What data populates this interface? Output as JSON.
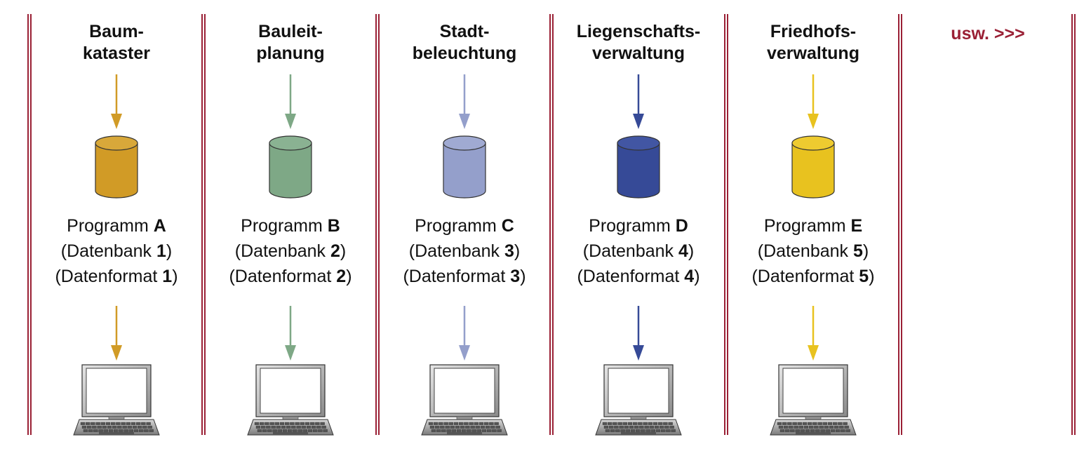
{
  "colors": {
    "divider": "#9a2035",
    "usw": "#9a2035"
  },
  "columns": [
    {
      "title_lines": [
        "Baum-",
        "kataster"
      ],
      "color": "#d19b26",
      "top_color": "#d8a83a",
      "program_prefix": "Programm",
      "program_letter": "A",
      "db_open": "(Datenbank",
      "db_number": "1",
      "db_close": ")",
      "fmt_open": "(Datenformat",
      "fmt_number": "1",
      "fmt_close": ")"
    },
    {
      "title_lines": [
        "Bauleit-",
        "planung"
      ],
      "color": "#7ea886",
      "top_color": "#8ab292",
      "program_prefix": "Programm",
      "program_letter": "B",
      "db_open": "(Datenbank",
      "db_number": "2",
      "db_close": ")",
      "fmt_open": "(Datenformat",
      "fmt_number": "2",
      "fmt_close": ")"
    },
    {
      "title_lines": [
        "Stadt-",
        "beleuchtung"
      ],
      "color": "#949fcb",
      "top_color": "#a0aad2",
      "program_prefix": "Programm",
      "program_letter": "C",
      "db_open": "(Datenbank",
      "db_number": "3",
      "db_close": ")",
      "fmt_open": "(Datenformat",
      "fmt_number": "3",
      "fmt_close": ")"
    },
    {
      "title_lines": [
        "Liegenschafts-",
        "verwaltung"
      ],
      "color": "#364a97",
      "top_color": "#4256a3",
      "program_prefix": "Programm",
      "program_letter": "D",
      "db_open": "(Datenbank",
      "db_number": "4",
      "db_close": ")",
      "fmt_open": "(Datenformat",
      "fmt_number": "4",
      "fmt_close": ")"
    },
    {
      "title_lines": [
        "Friedhofs-",
        "verwaltung"
      ],
      "color": "#e8c21f",
      "top_color": "#eecb30",
      "program_prefix": "Programm",
      "program_letter": "E",
      "db_open": "(Datenbank",
      "db_number": "5",
      "db_close": ")",
      "fmt_open": "(Datenformat",
      "fmt_number": "5",
      "fmt_close": ")"
    }
  ],
  "usw_label": "usw. >>>"
}
